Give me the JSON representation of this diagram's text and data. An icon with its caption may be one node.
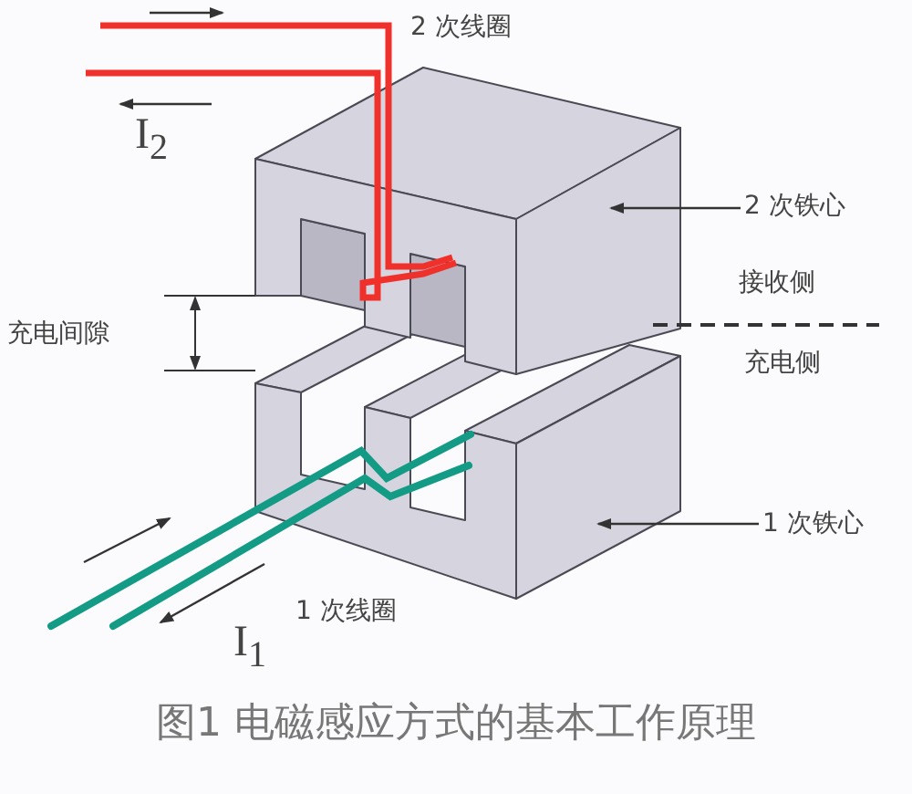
{
  "diagram": {
    "caption": "图1 电磁感应方式的基本工作原理",
    "nodes": [
      {
        "text": [
          "2 次铁心"
        ]
      },
      {
        "text": [],
        "shape": "box"
      },
      {
        "text": [
          "1 次铁心"
        ]
      },
      {
        "text": [],
        "shape": "box"
      }
    ],
    "edges": [
      {
        "from": 0,
        "to": 1,
        "arrow": "to"
      },
      {
        "from": 2,
        "to": 3,
        "arrow": "to"
      }
    ],
    "labels": [
      "2 次线圈",
      "I$_{2}$",
      "充电间隙",
      "接收侧",
      "充电侧",
      "1 次线圈",
      "I$_{1}$"
    ]
  }
}
